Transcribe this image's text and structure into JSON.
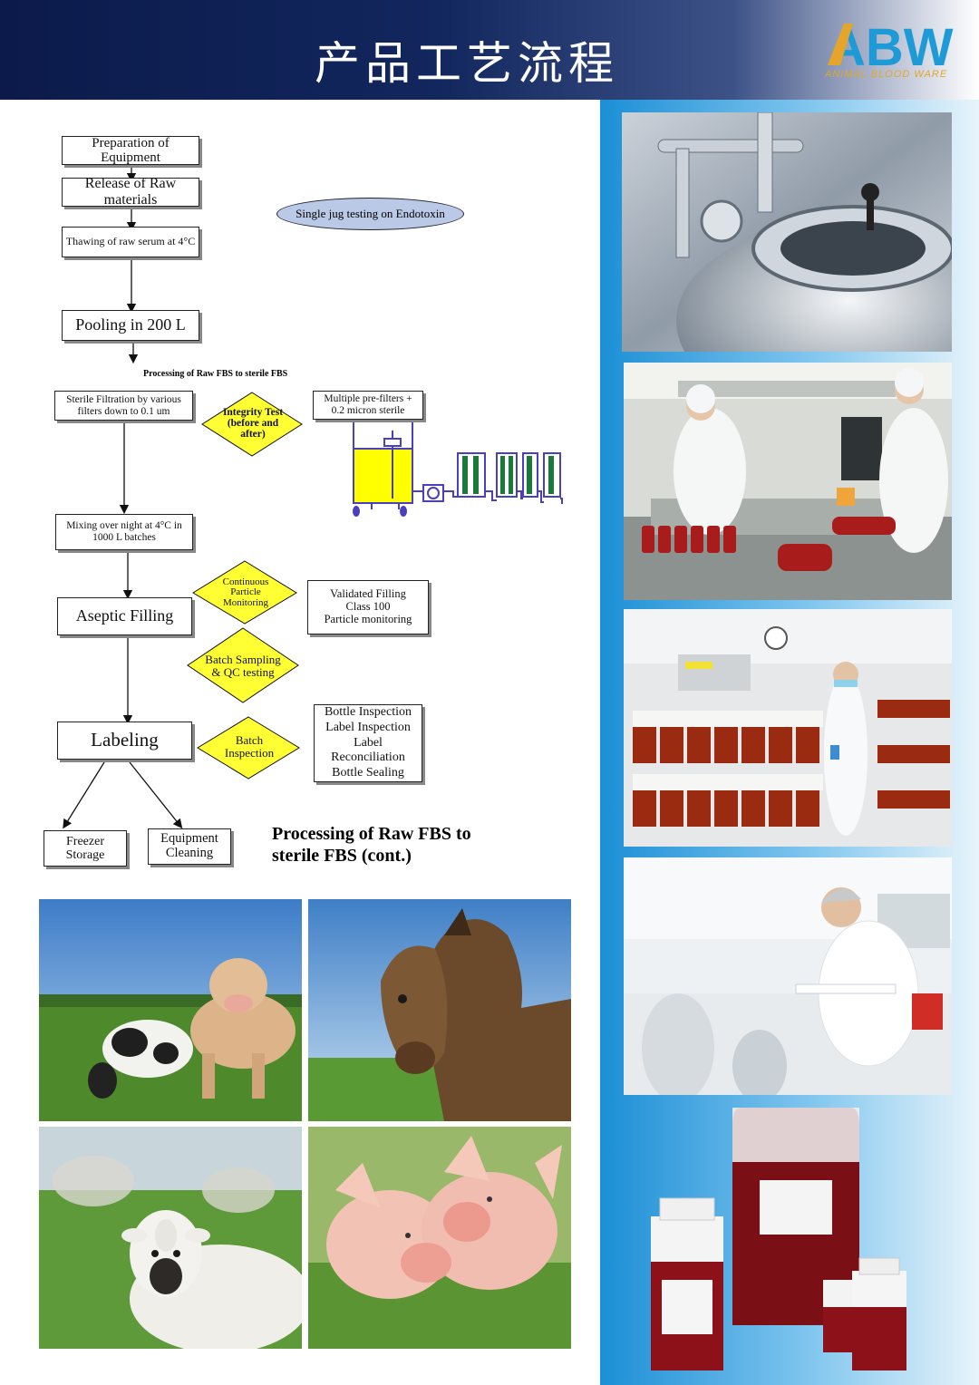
{
  "header": {
    "title": "产品工艺流程",
    "logo_text": "ABW",
    "logo_subtitle": "ANIMAL BLOOD WARE"
  },
  "flow": {
    "steps": {
      "prep": "Preparation of Equipment",
      "release": "Release of Raw materials",
      "thawing": "Thawing of raw serum at 4°C",
      "pooling": "Pooling in 200 L",
      "sterile_filtration": "Sterile Filtration by various filters down to 0.1 um",
      "mixing": "Mixing over night at 4°C in 1000 L batches",
      "aseptic": "Aseptic Filling",
      "labeling": "Labeling",
      "freezer": "Freezer Storage",
      "cleaning": "Equipment Cleaning"
    },
    "oval_endotoxin": "Single jug testing on Endotoxin",
    "section_title": "Processing of Raw FBS to sterile FBS",
    "diamonds": {
      "integrity": "Integrity Test (before and after)",
      "continuous": "Continuous Particle Monitoring",
      "batch_sampling": "Batch Sampling & QC testing",
      "batch_inspection": "Batch Inspection"
    },
    "notes": {
      "prefilters": "Multiple pre-filters + 0.2 micron sterile",
      "validated_filling": [
        "Validated Filling",
        "Class 100",
        "Particle monitoring"
      ],
      "bottle": [
        "Bottle Inspection",
        "Label Inspection",
        "Label Reconciliation",
        "Bottle Sealing"
      ]
    },
    "caption": [
      "Processing of Raw FBS to",
      "sterile FBS (cont.)"
    ]
  },
  "colors": {
    "header_dark": "#0b1a4a",
    "logo_blue": "#1e9ad6",
    "logo_orange": "#e4a52a",
    "diamond_yellow": "#ffff33",
    "tank_yellow": "#ffff00",
    "filter_green": "#1a7a3a",
    "filter_frame": "#4a3fbf",
    "right_panel": "#1c8fd6"
  },
  "images": {
    "right": [
      "steel-tank-photo",
      "lab-workers-photo",
      "bottle-rack-photo",
      "scientist-photo",
      "serum-products-photo"
    ],
    "animals": [
      "cows-photo",
      "horse-photo",
      "sheep-photo",
      "pigs-photo"
    ]
  }
}
